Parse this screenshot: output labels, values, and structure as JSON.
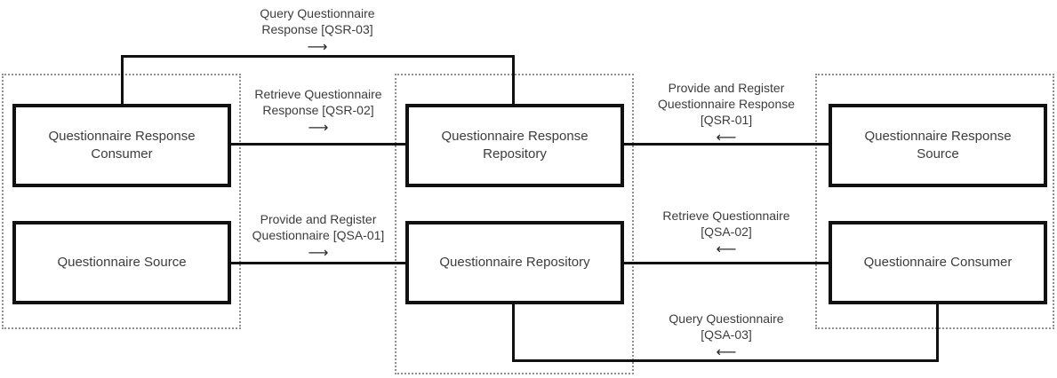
{
  "diagram": {
    "kind": "actor-transaction-diagram",
    "colors": {
      "box_border": "#111111",
      "group_border": "#8f8f8f",
      "line": "#111111",
      "text": "#3c3c3c",
      "background": "#ffffff"
    }
  },
  "actors": {
    "qr_consumer": {
      "label": "Questionnaire Response\nConsumer"
    },
    "q_source": {
      "label": "Questionnaire Source"
    },
    "qr_repository": {
      "label": "Questionnaire Response\nRepository"
    },
    "q_repository": {
      "label": "Questionnaire Repository"
    },
    "qr_source": {
      "label": "Questionnaire Response\nSource"
    },
    "q_consumer": {
      "label": "Questionnaire Consumer"
    }
  },
  "transactions": {
    "qsr03": {
      "label": "Query Questionnaire\nResponse [QSR-03]",
      "direction": "right",
      "arrow": "⟶"
    },
    "qsr02": {
      "label": "Retrieve Questionnaire\nResponse [QSR-02]",
      "direction": "right",
      "arrow": "⟶"
    },
    "qsr01": {
      "label": "Provide and Register\nQuestionnaire Response\n[QSR-01]",
      "direction": "left",
      "arrow": "⟵"
    },
    "qsa01": {
      "label": "Provide and Register\nQuestionnaire [QSA-01]",
      "direction": "right",
      "arrow": "⟶"
    },
    "qsa02": {
      "label": "Retrieve Questionnaire\n[QSA-02]",
      "direction": "left",
      "arrow": "⟵"
    },
    "qsa03": {
      "label": "Query Questionnaire\n[QSA-03]",
      "direction": "left",
      "arrow": "⟵"
    }
  }
}
